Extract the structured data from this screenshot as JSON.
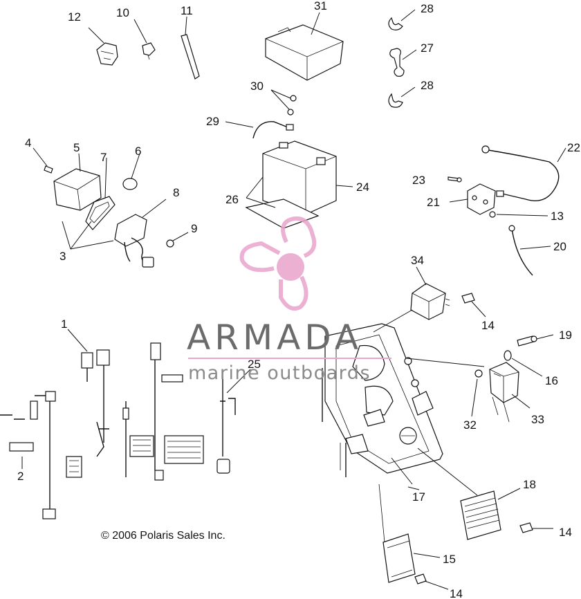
{
  "diagram": {
    "callouts": [
      "1",
      "2",
      "3",
      "4",
      "5",
      "6",
      "7",
      "8",
      "9",
      "10",
      "11",
      "12",
      "13",
      "14",
      "15",
      "16",
      "17",
      "18",
      "19",
      "20",
      "21",
      "22",
      "23",
      "24",
      "25",
      "26",
      "27",
      "28",
      "29",
      "30",
      "31",
      "32",
      "33",
      "34"
    ],
    "copyright": "© 2006 Polaris Sales Inc."
  },
  "watermark": {
    "brand": "ARMADA",
    "tagline": "marine outboards",
    "color": "#e9a3cc"
  }
}
